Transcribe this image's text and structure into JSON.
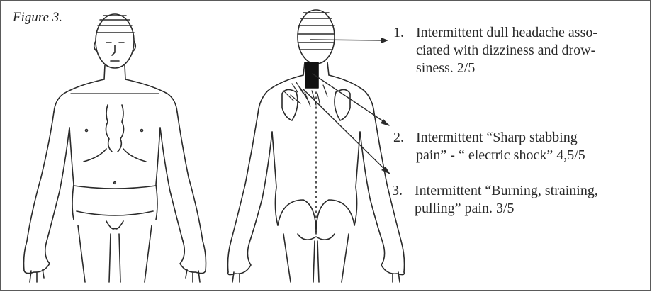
{
  "figure_label": "Figure 3.",
  "legend": [
    {
      "number": "1.",
      "lines": [
        "Intermittent dull headache asso-",
        "ciated with dizziness and drow-",
        "siness. 2/5"
      ]
    },
    {
      "number": "2.",
      "lines": [
        "Intermittent “Sharp stabbing",
        "pain” - “ electric shock” 4,5/5"
      ]
    },
    {
      "number": "3.",
      "lines": [
        "Intermittent “Burning, straining,",
        "pulling” pain. 3/5"
      ]
    }
  ],
  "colors": {
    "ink": "#2a2a2a",
    "frame": "#5a5a5a",
    "shaded_region": "#111111"
  }
}
